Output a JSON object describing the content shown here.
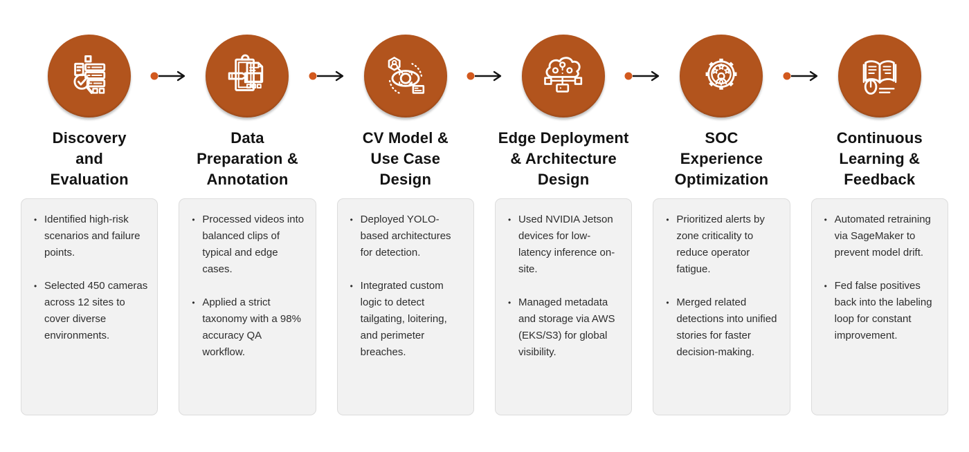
{
  "palette": {
    "circle_fill": "#b2541d",
    "arrow_dot": "#d2591e",
    "arrow_line": "#141414",
    "card_bg": "#f2f2f2",
    "card_border": "#dcdcdc",
    "title_color": "#121212",
    "body_color": "#2d2d2d"
  },
  "steps": [
    {
      "title": "Discovery\nand\nEvaluation",
      "icon": "server-audit-magnifier-icon",
      "bullets": [
        "Identified high-risk scenarios and failure points.",
        "Selected 450 cameras across 12 sites to cover diverse environments."
      ]
    },
    {
      "title": "Data\nPreparation &\nAnnotation",
      "icon": "clipboard-pencil-annotation-icon",
      "bullets": [
        "Processed videos into balanced clips of typical and edge cases.",
        "Applied a strict taxonomy with a 98% accuracy QA workflow."
      ]
    },
    {
      "title": "CV Model &\nUse Case\nDesign",
      "icon": "vision-eye-detection-icon",
      "bullets": [
        "Deployed YOLO-based architectures for detection.",
        "Integrated custom logic to detect tailgating, loitering, and perimeter breaches."
      ]
    },
    {
      "title": "Edge Deployment\n& Architecture\nDesign",
      "icon": "cloud-edge-network-icon",
      "bullets": [
        "Used NVIDIA Jetson devices for low-latency inference on-site.",
        "Managed metadata and storage via AWS (EKS/S3) for global visibility."
      ]
    },
    {
      "title": "SOC\nExperience\nOptimization",
      "icon": "gear-operator-stars-icon",
      "bullets": [
        "Prioritized alerts by zone criticality to reduce operator fatigue.",
        "Merged related detections into unified stories for faster decision-making."
      ]
    },
    {
      "title": "Continuous\nLearning &\nFeedback",
      "icon": "open-book-mouse-icon",
      "bullets": [
        "Automated retraining via SageMaker to prevent model drift.",
        "Fed false positives back into the labeling loop for constant improvement."
      ]
    }
  ]
}
